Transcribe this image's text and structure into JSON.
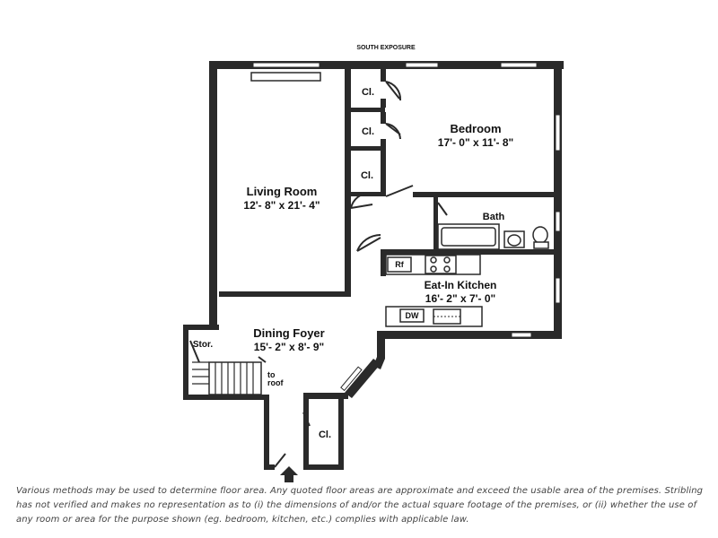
{
  "title": "SOUTH EXPOSURE",
  "rooms": {
    "living_room": {
      "name": "Living Room",
      "size": "12'- 8\" x 21'- 4\""
    },
    "bedroom": {
      "name": "Bedroom",
      "size": "17'- 0\" x 11'- 8\""
    },
    "bath": {
      "name": "Bath"
    },
    "kitchen": {
      "name": "Eat-In Kitchen",
      "size": "16'- 2\" x 7'- 0\""
    },
    "dining_foyer": {
      "name": "Dining Foyer",
      "size": "15'- 2\" x 8'- 9\""
    },
    "closet_1": {
      "name": "Cl."
    },
    "closet_2": {
      "name": "Cl."
    },
    "closet_3": {
      "name": "Cl."
    },
    "closet_entry": {
      "name": "Cl."
    },
    "storage": {
      "name": "Stor."
    }
  },
  "fixtures": {
    "fridge": "Rf",
    "dishwasher": "DW",
    "stair_note_1": "to",
    "stair_note_2": "roof"
  },
  "disclaimer": "Various methods may be used to determine floor area. Any quoted floor areas are approximate and exceed the usable area of the premises. Stribling has not verified and makes no representation as to (i) the dimensions of and/or the actual square footage of the premises, or (ii) whether the use of any room or area for the purpose shown (eg. bedroom, kitchen, etc.) complies with applicable law."
}
